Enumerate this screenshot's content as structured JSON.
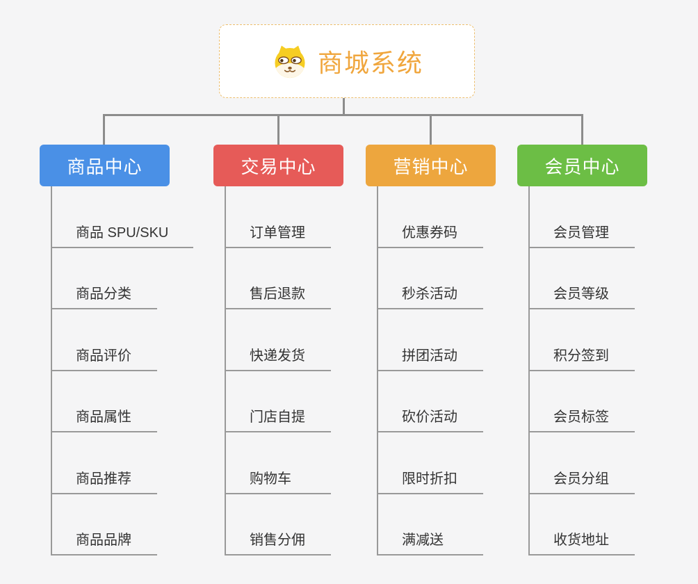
{
  "root": {
    "title": "商城系统",
    "icon": "dog-face-icon",
    "text_color": "#f0a63d",
    "border_color": "#edbe6d"
  },
  "branches": [
    {
      "label": "商品中心",
      "color": "#4a90e6",
      "children": [
        "商品 SPU/SKU",
        "商品分类",
        "商品评价",
        "商品属性",
        "商品推荐",
        "商品品牌"
      ]
    },
    {
      "label": "交易中心",
      "color": "#e65b58",
      "children": [
        "订单管理",
        "售后退款",
        "快递发货",
        "门店自提",
        "购物车",
        "销售分佣"
      ]
    },
    {
      "label": "营销中心",
      "color": "#eda63e",
      "children": [
        "优惠券码",
        "秒杀活动",
        "拼团活动",
        "砍价活动",
        "限时折扣",
        "满减送"
      ]
    },
    {
      "label": "会员中心",
      "color": "#6cbe45",
      "children": [
        "会员管理",
        "会员等级",
        "积分签到",
        "会员标签",
        "会员分组",
        "收货地址"
      ]
    }
  ],
  "colors": {
    "background": "#f5f5f6",
    "connector": "#8c8c8c",
    "child_line": "#999999",
    "child_text": "#333333"
  }
}
